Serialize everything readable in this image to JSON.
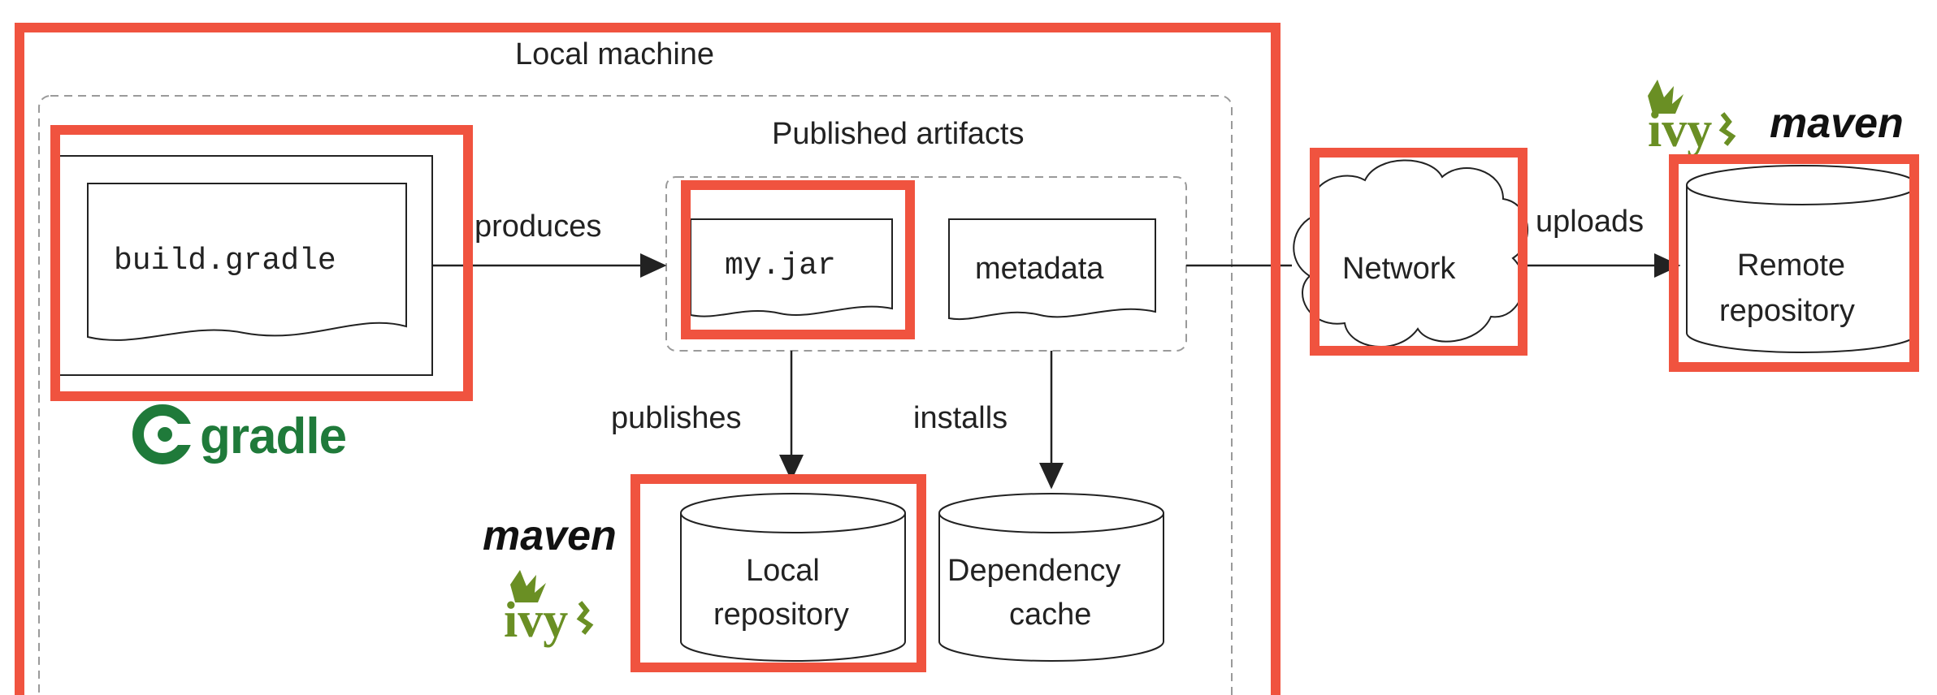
{
  "diagram": {
    "local_machine_label": "Local machine",
    "published_artifacts_label": "Published artifacts",
    "build_file": "build.gradle",
    "jar_file": "my.jar",
    "metadata": "metadata",
    "network": "Network",
    "remote_repo": [
      "Remote",
      "repository"
    ],
    "local_repo": [
      "Local",
      "repository"
    ],
    "dependency_cache": [
      "Dependency",
      "cache"
    ],
    "edges": {
      "produces": "produces",
      "publishes": "publishes",
      "installs": "installs",
      "uploads": "uploads"
    },
    "logos": {
      "gradle": "gradle",
      "maven_top": "maven",
      "maven_bottom": "maven",
      "ivy_top": "ivy",
      "ivy_bottom": "ivy"
    },
    "colors": {
      "highlight": "#f0533f",
      "ink": "#222222",
      "dash": "#9a9a9a",
      "gradle_green": "#1f7a3a",
      "ivy_green": "#6a8f24",
      "maven_orange": "#e56a1f"
    }
  }
}
